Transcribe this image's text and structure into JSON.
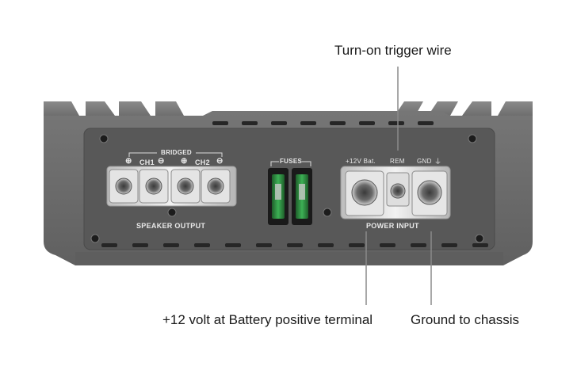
{
  "callouts": {
    "trigger": "Turn-on trigger wire",
    "battery": "+12 volt at Battery positive terminal",
    "ground": "Ground to chassis"
  },
  "panel": {
    "bridged": "BRIDGED",
    "ch1": "CH1",
    "ch2": "CH2",
    "plus": "⊕",
    "minus": "⊖",
    "speaker_output": "SPEAKER OUTPUT",
    "fuses": "FUSES",
    "bat": "+12V Bat.",
    "rem": "REM",
    "gnd": "GND",
    "power_input": "POWER INPUT"
  },
  "colors": {
    "body": "#6c6c6c",
    "fins": "#7a7a7a",
    "panel": "#5a5a5a",
    "fuse": "#2f8a3e",
    "terminal": "#d8d8d8",
    "leader": "#8a8a8a"
  }
}
